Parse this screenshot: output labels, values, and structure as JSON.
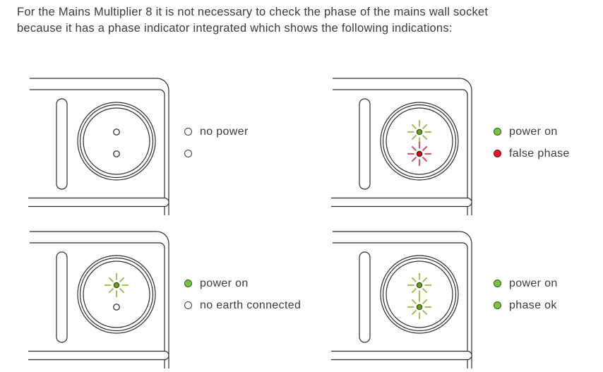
{
  "intro": {
    "line1": "For the Mains Multiplier 8 it is not necessary to check the phase of the mains wall socket",
    "line2": "because it has a phase indicator integrated which shows the following indications:"
  },
  "colors": {
    "outline": "#2d2d2d",
    "text": "#3a3a3a",
    "led_off_ring": "#3f3f3f",
    "green_led": "#6f9c23",
    "green_led_ring": "#335312",
    "green_ray": "#a9bf60",
    "red_led": "#b01220",
    "red_led_ring": "#5f0a10",
    "red_ray": "#cd5a66",
    "legend_green": "#7cc142",
    "legend_green_ring": "#2e5d18",
    "legend_red": "#e11b2d",
    "legend_red_ring": "#6e0f16"
  },
  "panels": [
    {
      "name": "no-power",
      "leds": [
        "off",
        "off"
      ],
      "legend": [
        {
          "dot": "off",
          "label": "no power"
        },
        {
          "dot": "off",
          "label": ""
        }
      ]
    },
    {
      "name": "power-on-false-phase",
      "leds": [
        "green",
        "red"
      ],
      "legend": [
        {
          "dot": "green",
          "label": "power on"
        },
        {
          "dot": "red",
          "label": "false phase"
        }
      ]
    },
    {
      "name": "power-on-no-earth",
      "leds": [
        "green",
        "off"
      ],
      "legend": [
        {
          "dot": "green",
          "label": "power on"
        },
        {
          "dot": "off",
          "label": "no earth connected"
        }
      ]
    },
    {
      "name": "power-on-phase-ok",
      "leds": [
        "green",
        "green"
      ],
      "legend": [
        {
          "dot": "green",
          "label": "power on"
        },
        {
          "dot": "green",
          "label": "phase ok"
        }
      ]
    }
  ]
}
